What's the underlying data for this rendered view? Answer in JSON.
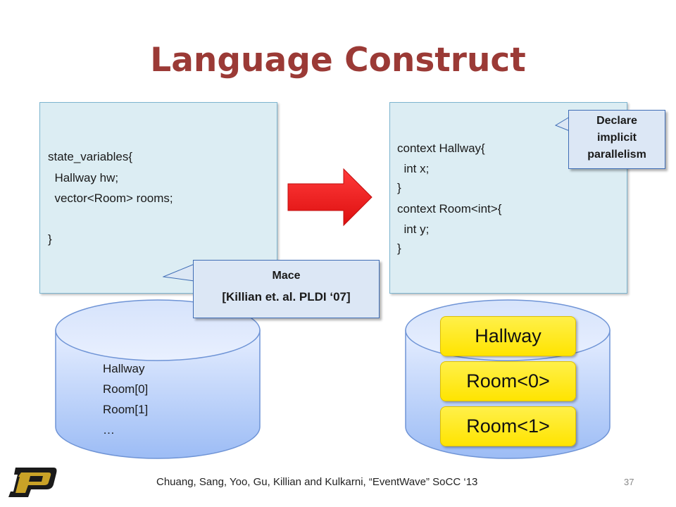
{
  "slide": {
    "title": "Language Construct",
    "left_code": [
      "state_variables{",
      "  Hallway hw;",
      "  vector<Room> rooms;",
      "",
      "}"
    ],
    "right_code": [
      "context Hallway{",
      "  int x;",
      "}",
      "context Room<int>{",
      "  int y;",
      "}"
    ],
    "mace_callout": {
      "line1": "Mace",
      "line2": "[Killian et. al. PLDI ‘07]"
    },
    "declare_callout": [
      "Declare",
      "implicit",
      "parallelism"
    ],
    "left_db_items": [
      "Hallway",
      "Room[0]",
      "Room[1]",
      "…"
    ],
    "right_db_items": [
      "Hallway",
      "Room<0>",
      "Room<1>"
    ],
    "footer": "Chuang, Sang, Yoo, Gu, Killian and Kulkarni, “EventWave” SoCC ‘13",
    "page_number": "37"
  },
  "colors": {
    "title": "#9b3a36",
    "code_box": "#dcedf3",
    "arrow": "#ee1c1c",
    "pill": "#ffe400",
    "cylinder": "#bcd4ff",
    "logo_gold": "#c9a227"
  },
  "icons": {
    "arrow": "right-arrow-icon",
    "logo": "purdue-p-logo"
  }
}
